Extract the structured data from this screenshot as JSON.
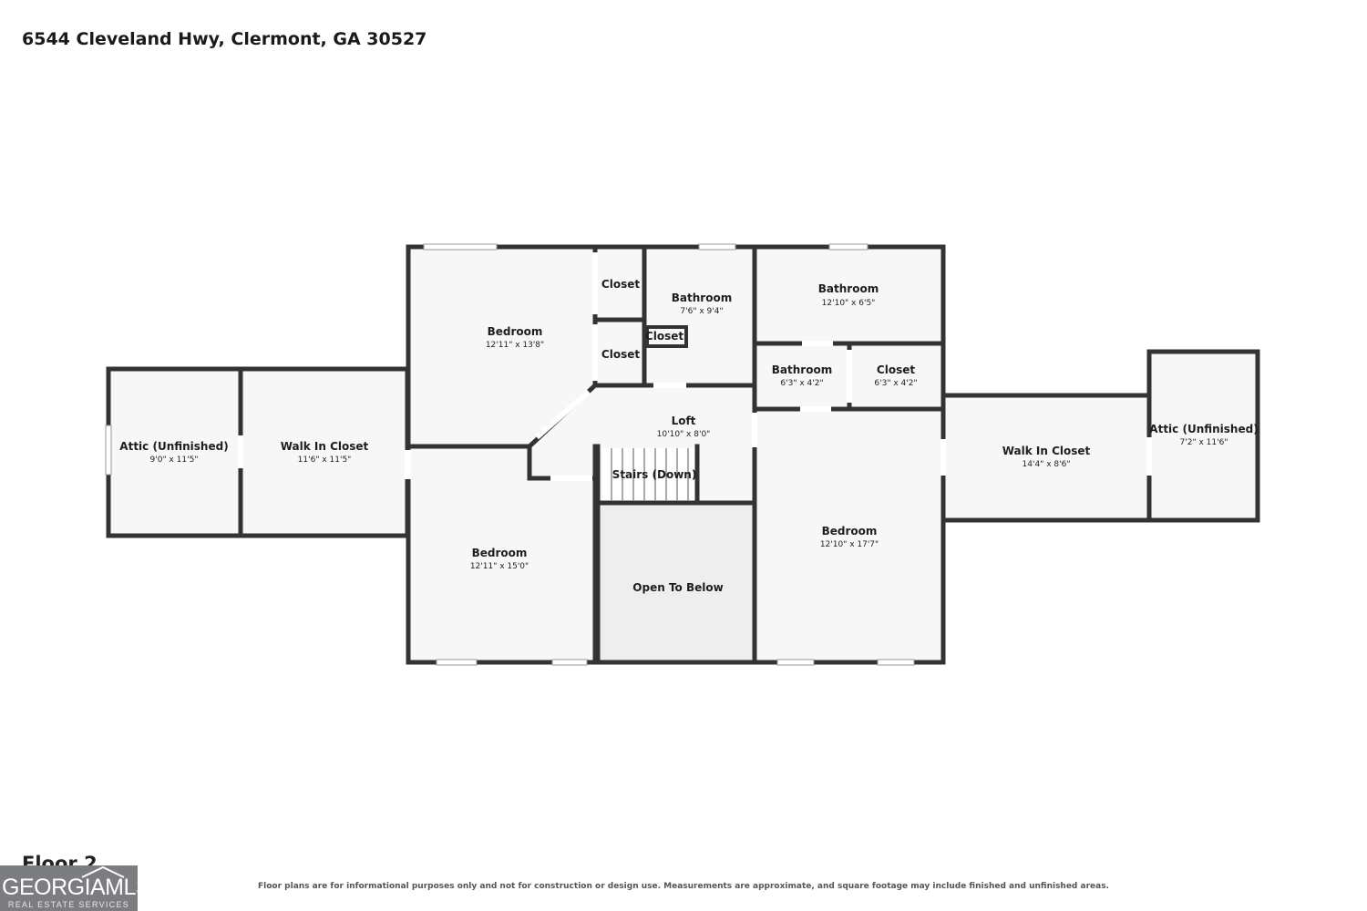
{
  "address": "6544 Cleveland Hwy, Clermont, GA 30527",
  "floor_label": "Floor 2",
  "disclaimer": "Floor plans are for informational purposes only and not for construction or design use. Measurements are approximate, and square footage may include finished and unfinished areas.",
  "logo": {
    "name": "GEORGIAMLS",
    "sub": "REAL ESTATE SERVICES"
  },
  "colors": {
    "wall": "#333333",
    "room_fill": "#f7f7f7",
    "open_fill": "#eeeeee",
    "window": "#cfcfcf"
  },
  "rooms": [
    {
      "id": "attic-left",
      "name": "Attic (Unfinished)",
      "dims": "9'0\" x 11'5\""
    },
    {
      "id": "walk-in-closet-left",
      "name": "Walk In Closet",
      "dims": "11'6\" x 11'5\""
    },
    {
      "id": "bedroom-top-left",
      "name": "Bedroom",
      "dims": "12'11\" x 13'8\""
    },
    {
      "id": "closet-1",
      "name": "Closet",
      "dims": ""
    },
    {
      "id": "closet-2",
      "name": "Closet",
      "dims": ""
    },
    {
      "id": "bathroom-center",
      "name": "Bathroom",
      "dims": "7'6\" x 9'4\""
    },
    {
      "id": "closet-3",
      "name": "Closet",
      "dims": ""
    },
    {
      "id": "bathroom-top-right",
      "name": "Bathroom",
      "dims": "12'10\" x 6'5\""
    },
    {
      "id": "bathroom-small",
      "name": "Bathroom",
      "dims": "6'3\" x 4'2\""
    },
    {
      "id": "closet-4",
      "name": "Closet",
      "dims": "6'3\" x 4'2\""
    },
    {
      "id": "loft",
      "name": "Loft",
      "dims": "10'10\" x 8'0\""
    },
    {
      "id": "stairs",
      "name": "Stairs (Down)",
      "dims": ""
    },
    {
      "id": "bedroom-bottom-left",
      "name": "Bedroom",
      "dims": "12'11\" x 15'0\""
    },
    {
      "id": "open-to-below",
      "name": "Open To Below",
      "dims": ""
    },
    {
      "id": "bedroom-right",
      "name": "Bedroom",
      "dims": "12'10\" x 17'7\""
    },
    {
      "id": "walk-in-closet-right",
      "name": "Walk In Closet",
      "dims": "14'4\" x 8'6\""
    },
    {
      "id": "attic-right",
      "name": "Attic (Unfinished)",
      "dims": "7'2\" x 11'6\""
    }
  ]
}
